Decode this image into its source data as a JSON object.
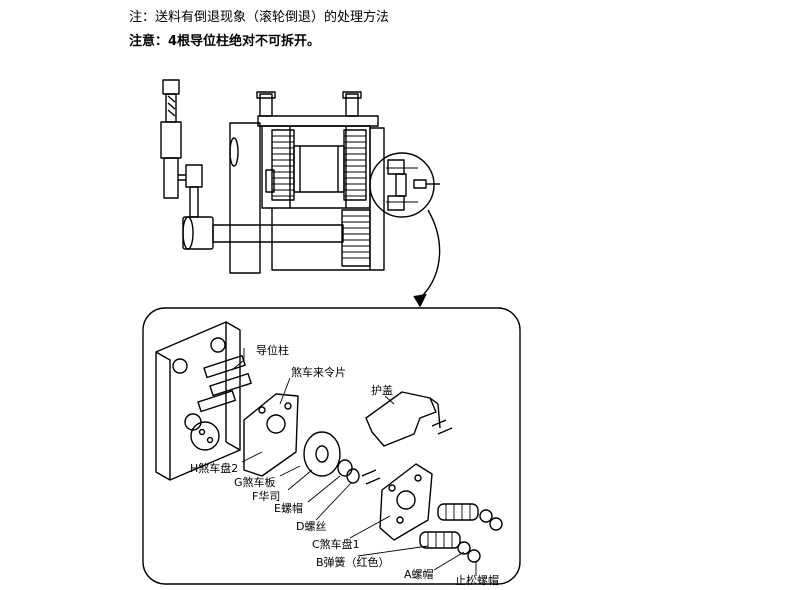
{
  "notes": {
    "line1": "注：送料有倒退现象（滚轮倒退）的处理方法",
    "line2": "注意：4根导位柱绝对不可拆开。"
  },
  "labels": {
    "guide_post": "导位柱",
    "brake_tab": "煞车来令片",
    "cover": "护盖",
    "h": "H煞车盘2",
    "g": "G煞车板",
    "f": "F华司",
    "e": "E螺帽",
    "d": "D螺丝",
    "c": "C煞车盘1",
    "b": "B弹簧（红色）",
    "a": "A螺帽",
    "lock": "止松螺帽"
  }
}
